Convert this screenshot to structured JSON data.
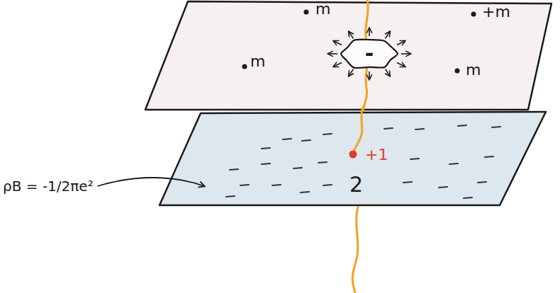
{
  "diagram": {
    "nodes": [
      {
        "text": [
          "m",
          "+m",
          "m",
          "m"
        ]
      },
      {
        "text": [
          "-"
        ],
        "in": 0
      },
      {
        "text": [
          "+1",
          "2"
        ]
      }
    ],
    "labels": [
      "ρB = -1/2πe²"
    ]
  }
}
